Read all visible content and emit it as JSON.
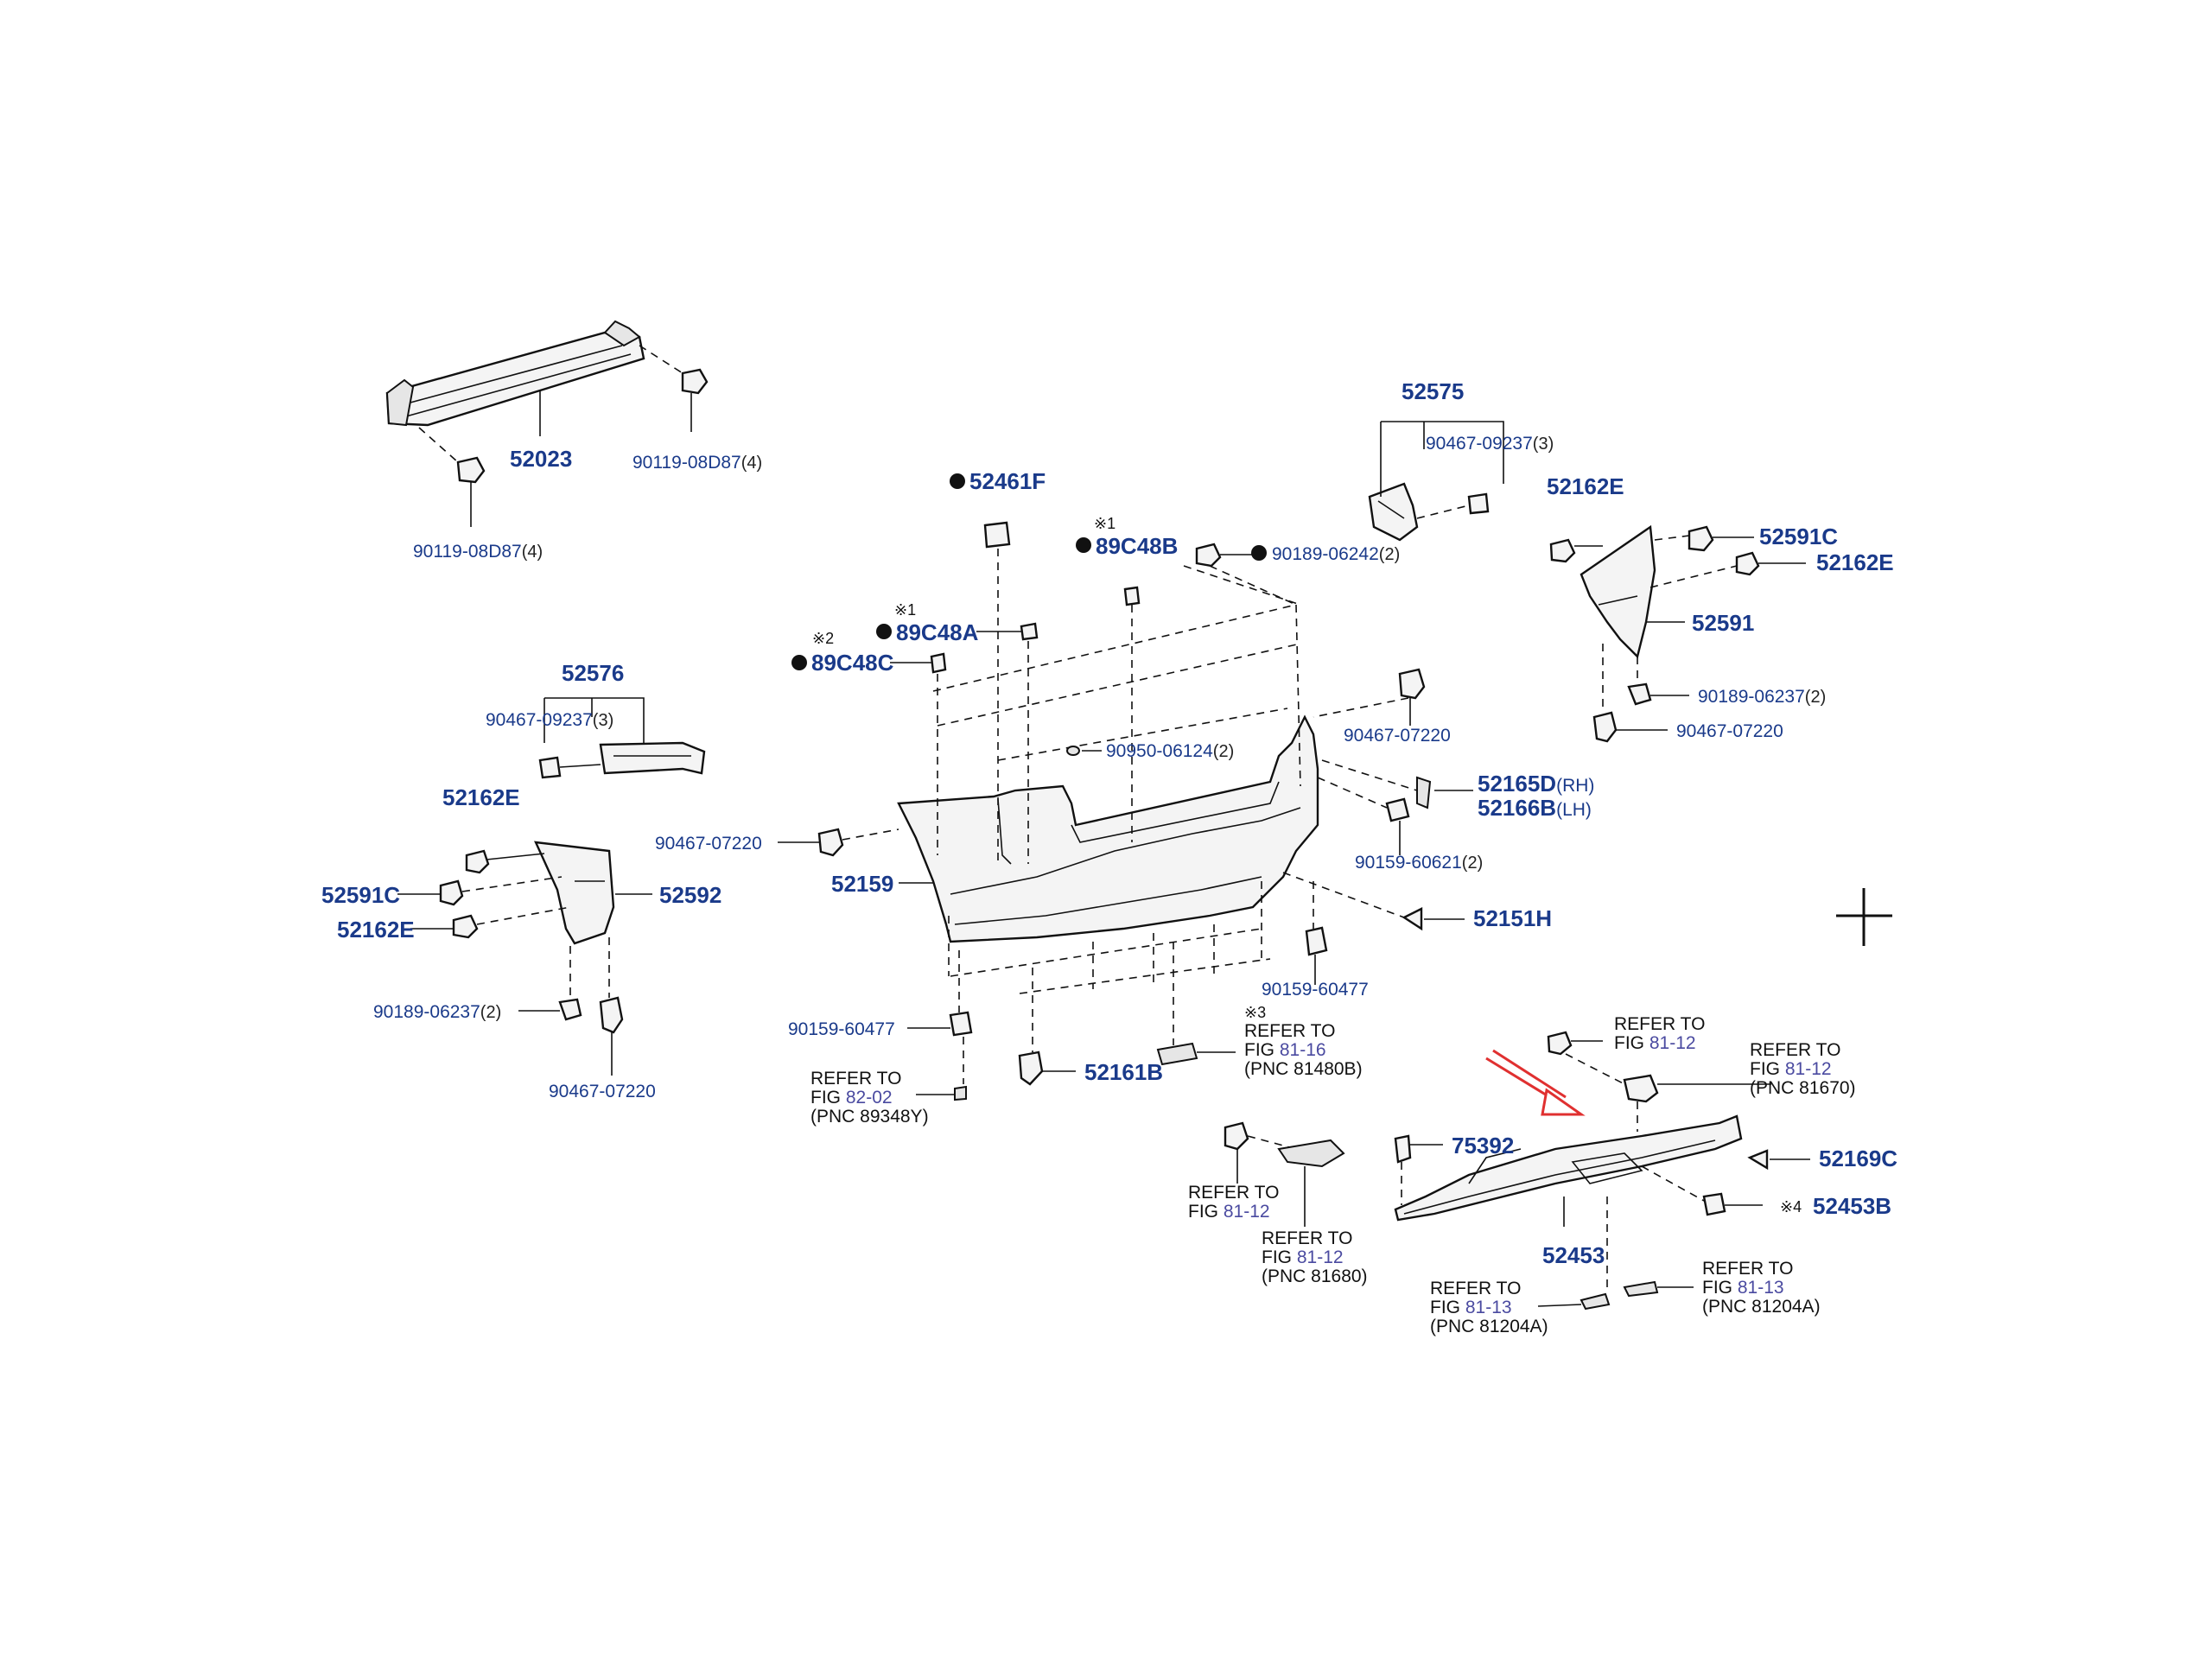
{
  "colors": {
    "label": "#1a3a8a",
    "line": "#111111",
    "arrow": "#e03030",
    "link": "#4a4aa0"
  },
  "labels": {
    "p52023": "52023",
    "p90119_right": "90119-08D87",
    "p90119_right_qty": "(4)",
    "p90119_left": "90119-08D87",
    "p90119_left_qty": "(4)",
    "p52461F": "52461F",
    "mark1a": "※1",
    "p89C48B": "89C48B",
    "mark1b": "※1",
    "p89C48A": "89C48A",
    "mark2": "※2",
    "p89C48C": "89C48C",
    "p90189_top": "90189-06242",
    "p90189_top_qty": "(2)",
    "p52575": "52575",
    "p90467_top": "90467-09237",
    "p90467_top_qty": "(3)",
    "p52162E_r1": "52162E",
    "p52591C_r": "52591C",
    "p52162E_r2": "52162E",
    "p52591": "52591",
    "p90189_r": "90189-06237",
    "p90189_r_qty": "(2)",
    "p90467_r": "90467-07220",
    "p52576": "52576",
    "p90467_l": "90467-09237",
    "p90467_l_qty": "(3)",
    "p90950": "90950-06124",
    "p90950_qty": "(2)",
    "p90467_c": "90467-07220",
    "p52165D": "52165D",
    "p52165D_side": "(RH)",
    "p52166B": "52166B",
    "p52166B_side": "(LH)",
    "p52162E_l": "52162E",
    "p90467_lc": "90467-07220",
    "p52591C_l": "52591C",
    "p52592": "52592",
    "p52162E_l2": "52162E",
    "p52159": "52159",
    "p90159_a": "90159-60621",
    "p90159_a_qty": "(2)",
    "p52151H": "52151H",
    "p90189_l": "90189-06237",
    "p90189_l_qty": "(2)",
    "p90159_b": "90159-60477",
    "p90159_c": "90159-60477",
    "p90467_lb": "90467-07220",
    "p52161B": "52161B",
    "p75392": "75392",
    "p52169C": "52169C",
    "mark4": "※4",
    "p52453B": "52453B",
    "p52453": "52453"
  },
  "refs": {
    "r1": {
      "mark": "※3",
      "l1": "REFER TO",
      "l2a": "FIG ",
      "l2b": "81-16",
      "l3": "(PNC 81480B)"
    },
    "r2": {
      "l1": "REFER TO",
      "l2a": "FIG ",
      "l2b": "82-02",
      "l3": "(PNC 89348Y)"
    },
    "r3": {
      "l1": "REFER TO",
      "l2a": "FIG ",
      "l2b": "81-12"
    },
    "r4": {
      "l1": "REFER TO",
      "l2a": "FIG ",
      "l2b": "81-12",
      "l3": "(PNC 81670)"
    },
    "r5": {
      "l1": "REFER TO",
      "l2a": "FIG ",
      "l2b": "81-12"
    },
    "r6": {
      "l1": "REFER TO",
      "l2a": "FIG ",
      "l2b": "81-12",
      "l3": "(PNC 81680)"
    },
    "r7": {
      "l1": "REFER TO",
      "l2a": "FIG ",
      "l2b": "81-13",
      "l3": "(PNC 81204A)"
    },
    "r8": {
      "l1": "REFER TO",
      "l2a": "FIG ",
      "l2b": "81-13",
      "l3": "(PNC 81204A)"
    }
  }
}
